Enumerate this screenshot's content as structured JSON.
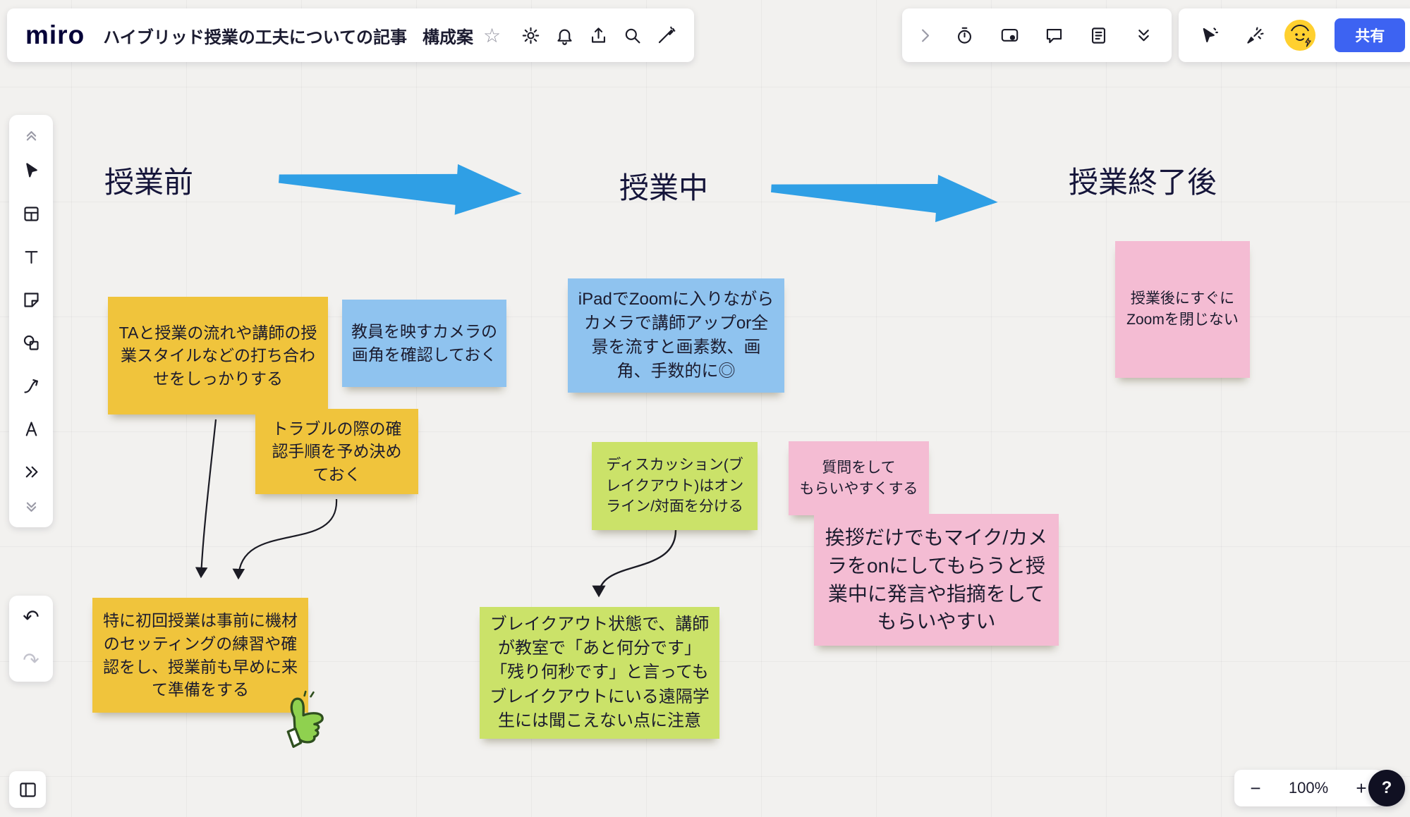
{
  "app": {
    "name": "miro"
  },
  "colors": {
    "canvas_bg": "#F2F1EF",
    "panel_bg": "#FFFFFF",
    "icon": "#1C1C28",
    "share_button_blue": "#3D63F2",
    "flow_arrow_blue": "#2F9FE5",
    "sticky_yellow": "#F0C43C",
    "sticky_blue": "#8FC3EF",
    "sticky_green": "#CBE269",
    "sticky_pink": "#F4BCD3",
    "assist_badge_yellow": "#FFD02F",
    "connector_black": "#1B1B24"
  },
  "header": {
    "logo": "miro",
    "title": "ハイブリッド授業の工夫についての記事",
    "subtitle": "構成案",
    "star": "☆",
    "icons": [
      "star",
      "settings-gear",
      "notifications-bell",
      "export-upload",
      "search",
      "laser-pointer"
    ]
  },
  "top_right": {
    "tool_icons": [
      "expand-chevron",
      "timer",
      "screen-share",
      "comments",
      "notes-doc",
      "collapse-double-chevron"
    ],
    "collab_icons": [
      "follow-cursor",
      "reactions",
      "miro-assist"
    ],
    "share_label": "共有"
  },
  "left_toolbar": {
    "icons": [
      "collapse-up",
      "select-cursor",
      "templates-frame",
      "text",
      "sticky-note",
      "shapes",
      "connector-line",
      "pen",
      "more-tools",
      "collapse-down"
    ]
  },
  "history": {
    "icons": [
      "undo",
      "redo"
    ],
    "undo_glyph": "↶",
    "redo_glyph": "↷"
  },
  "frames_panel": {
    "icon": "frames-panel"
  },
  "zoom": {
    "minus": "−",
    "level": "100%",
    "plus": "+"
  },
  "help": {
    "label": "?"
  },
  "canvas": {
    "sections": [
      {
        "title": "授業前"
      },
      {
        "title": "授業中"
      },
      {
        "title": "授業終了後"
      }
    ],
    "flow_arrows": [
      {
        "from": "授業前",
        "to": "授業中"
      },
      {
        "from": "授業中",
        "to": "授業終了後"
      }
    ],
    "notes": [
      {
        "id": "ta-meeting-note",
        "color": "yellow",
        "text": "TAと授業の流れや講師の授業スタイルなどの打ち合わせをしっかりする"
      },
      {
        "id": "camera-angle-note",
        "color": "blue",
        "text": "教員を映すカメラの画角を確認しておく"
      },
      {
        "id": "ipad-zoom-note",
        "color": "blue",
        "text": "iPadでZoomに入りながらカメラで講師アップor全景を流すと画素数、画角、手数的に◎"
      },
      {
        "id": "trouble-note",
        "color": "yellow",
        "text": "トラブルの際の確認手順を予め決めておく"
      },
      {
        "id": "discussion-note",
        "color": "green",
        "text": "ディスカッション(ブレイクアウト)はオンライン/対面を分ける"
      },
      {
        "id": "question-note",
        "color": "pink",
        "text": "質問をして\nもらいやすくする"
      },
      {
        "id": "greeting-note",
        "color": "pink",
        "text": "挨拶だけでもマイク/カメラをonにしてもらうと授業中に発言や指摘をしてもらいやすい"
      },
      {
        "id": "after-class-note",
        "color": "pink",
        "text": "授業後にすぐに\nZoomを閉じない"
      },
      {
        "id": "first-class-note",
        "color": "yellow",
        "text": "特に初回授業は事前に機材のセッティングの練習や確認をし、授業前も早めに来て準備をする"
      },
      {
        "id": "breakout-note",
        "color": "green",
        "text": "ブレイクアウト状態で、講師が教室で「あと何分です」「残り何秒です」と言ってもブレイクアウトにいる遠隔学生には聞こえない点に注意"
      }
    ],
    "connectors": [
      {
        "from": "ta-meeting-note",
        "to": "first-class-note"
      },
      {
        "from": "trouble-note",
        "to": "first-class-note"
      },
      {
        "from": "discussion-note",
        "to": "breakout-note"
      }
    ],
    "sticker": {
      "type": "thumbs-up"
    }
  }
}
